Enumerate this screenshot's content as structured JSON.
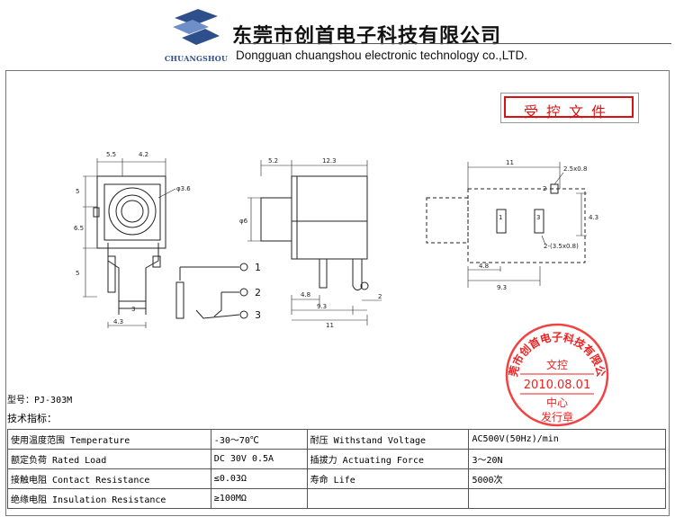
{
  "header": {
    "logo_caption": "CHUANGSHOU",
    "company_cn": "东莞市创首电子科技有限公司",
    "company_en": "Dongguan chuangshou electronic technology co.,LTD."
  },
  "controlled_doc_label": "受控文件",
  "drawing": {
    "front_dims": [
      "5.5",
      "4.2",
      "φ3.6",
      "5",
      "6.5",
      "5",
      "3",
      "4.3"
    ],
    "side_dims": [
      "5.2",
      "12.3",
      "φ6",
      "4.8",
      "9.3",
      "11",
      "2"
    ],
    "pcb_dims": [
      "11",
      "2.5x0.8",
      "2",
      "4.3",
      "1",
      "3",
      "2-(3.5x0.8)",
      "4.8",
      "9.3"
    ],
    "pins": [
      "1",
      "2",
      "3"
    ]
  },
  "model": "型号：PJ-303M",
  "tech_title": "技术指标：",
  "specs": [
    [
      "使用温度范围 Temperature",
      "-30～70℃",
      "耐压 Withstand Voltage",
      "AC500V(50Hz)/min"
    ],
    [
      "额定负荷 Rated Load",
      "DC 30V 0.5A",
      "插拔力 Actuating Force",
      "3～20N"
    ],
    [
      "接触电阻 Contact Resistance",
      "≤0.03Ω",
      "寿命 Life",
      "5000次"
    ],
    [
      "绝缘电阻 Insulation Resistance",
      "≥100MΩ",
      "",
      ""
    ]
  ],
  "seal": {
    "ring_text": "东莞市创首电子科技有限公司",
    "top_word": "文控",
    "date": "2010.08.01",
    "mid_word": "中心",
    "bottom_word": "发行章"
  },
  "colors": {
    "stamp_red": "#dd1111",
    "logo_blue": "#2f4f8c"
  }
}
